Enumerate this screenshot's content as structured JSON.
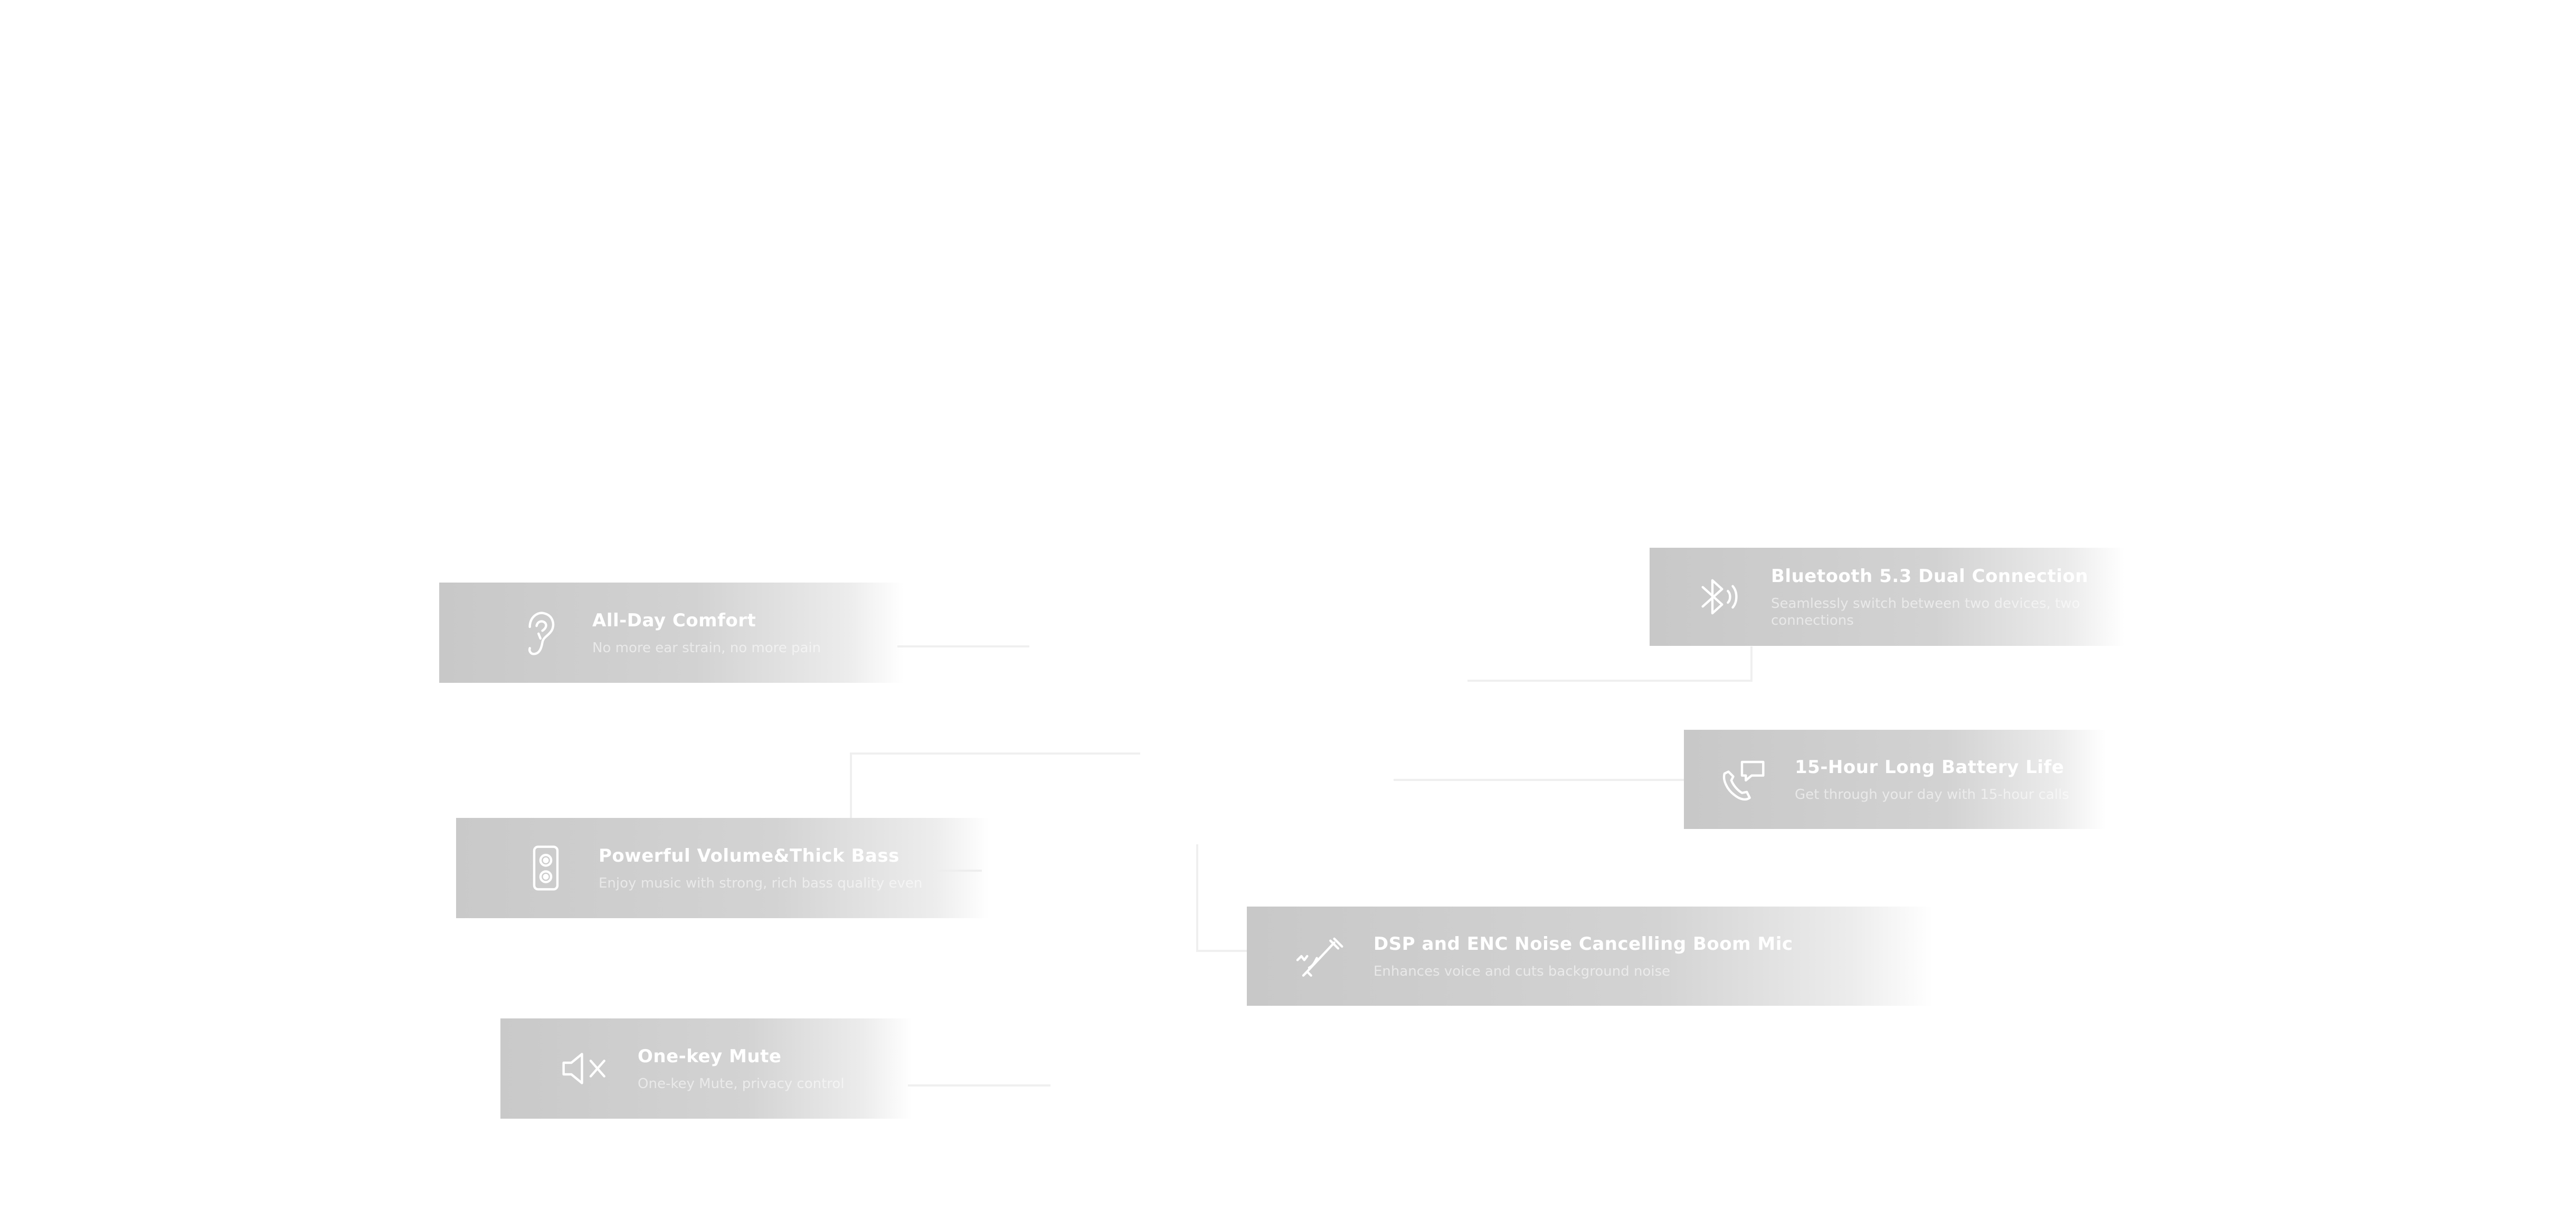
{
  "features": {
    "comfort": {
      "title": "All-Day Comfort",
      "desc": "No more ear strain, no more pain",
      "icon": "ear-icon"
    },
    "bass": {
      "title": "Powerful Volume&Thick Bass",
      "desc": "Enjoy music with strong, rich bass quality even",
      "icon": "speaker-icon"
    },
    "mute": {
      "title": "One-key Mute",
      "desc": "One-key Mute, privacy control",
      "icon": "speaker-mute-icon"
    },
    "bluetooth": {
      "title": "Bluetooth 5.3 Dual Connection",
      "desc": "Seamlessly switch between two devices, two connections",
      "icon": "bluetooth-icon"
    },
    "battery": {
      "title": "15-Hour Long Battery Life",
      "desc": "Get through your day with 15-hour calls",
      "icon": "phone-chat-icon"
    },
    "mic": {
      "title": "DSP and ENC Noise Cancelling Boom Mic",
      "desc": "Enhances voice and cuts background noise",
      "icon": "boom-mic-icon"
    }
  },
  "colors": {
    "card": "#c8c8c8",
    "connector": "#efefef",
    "text": "#ffffff"
  }
}
